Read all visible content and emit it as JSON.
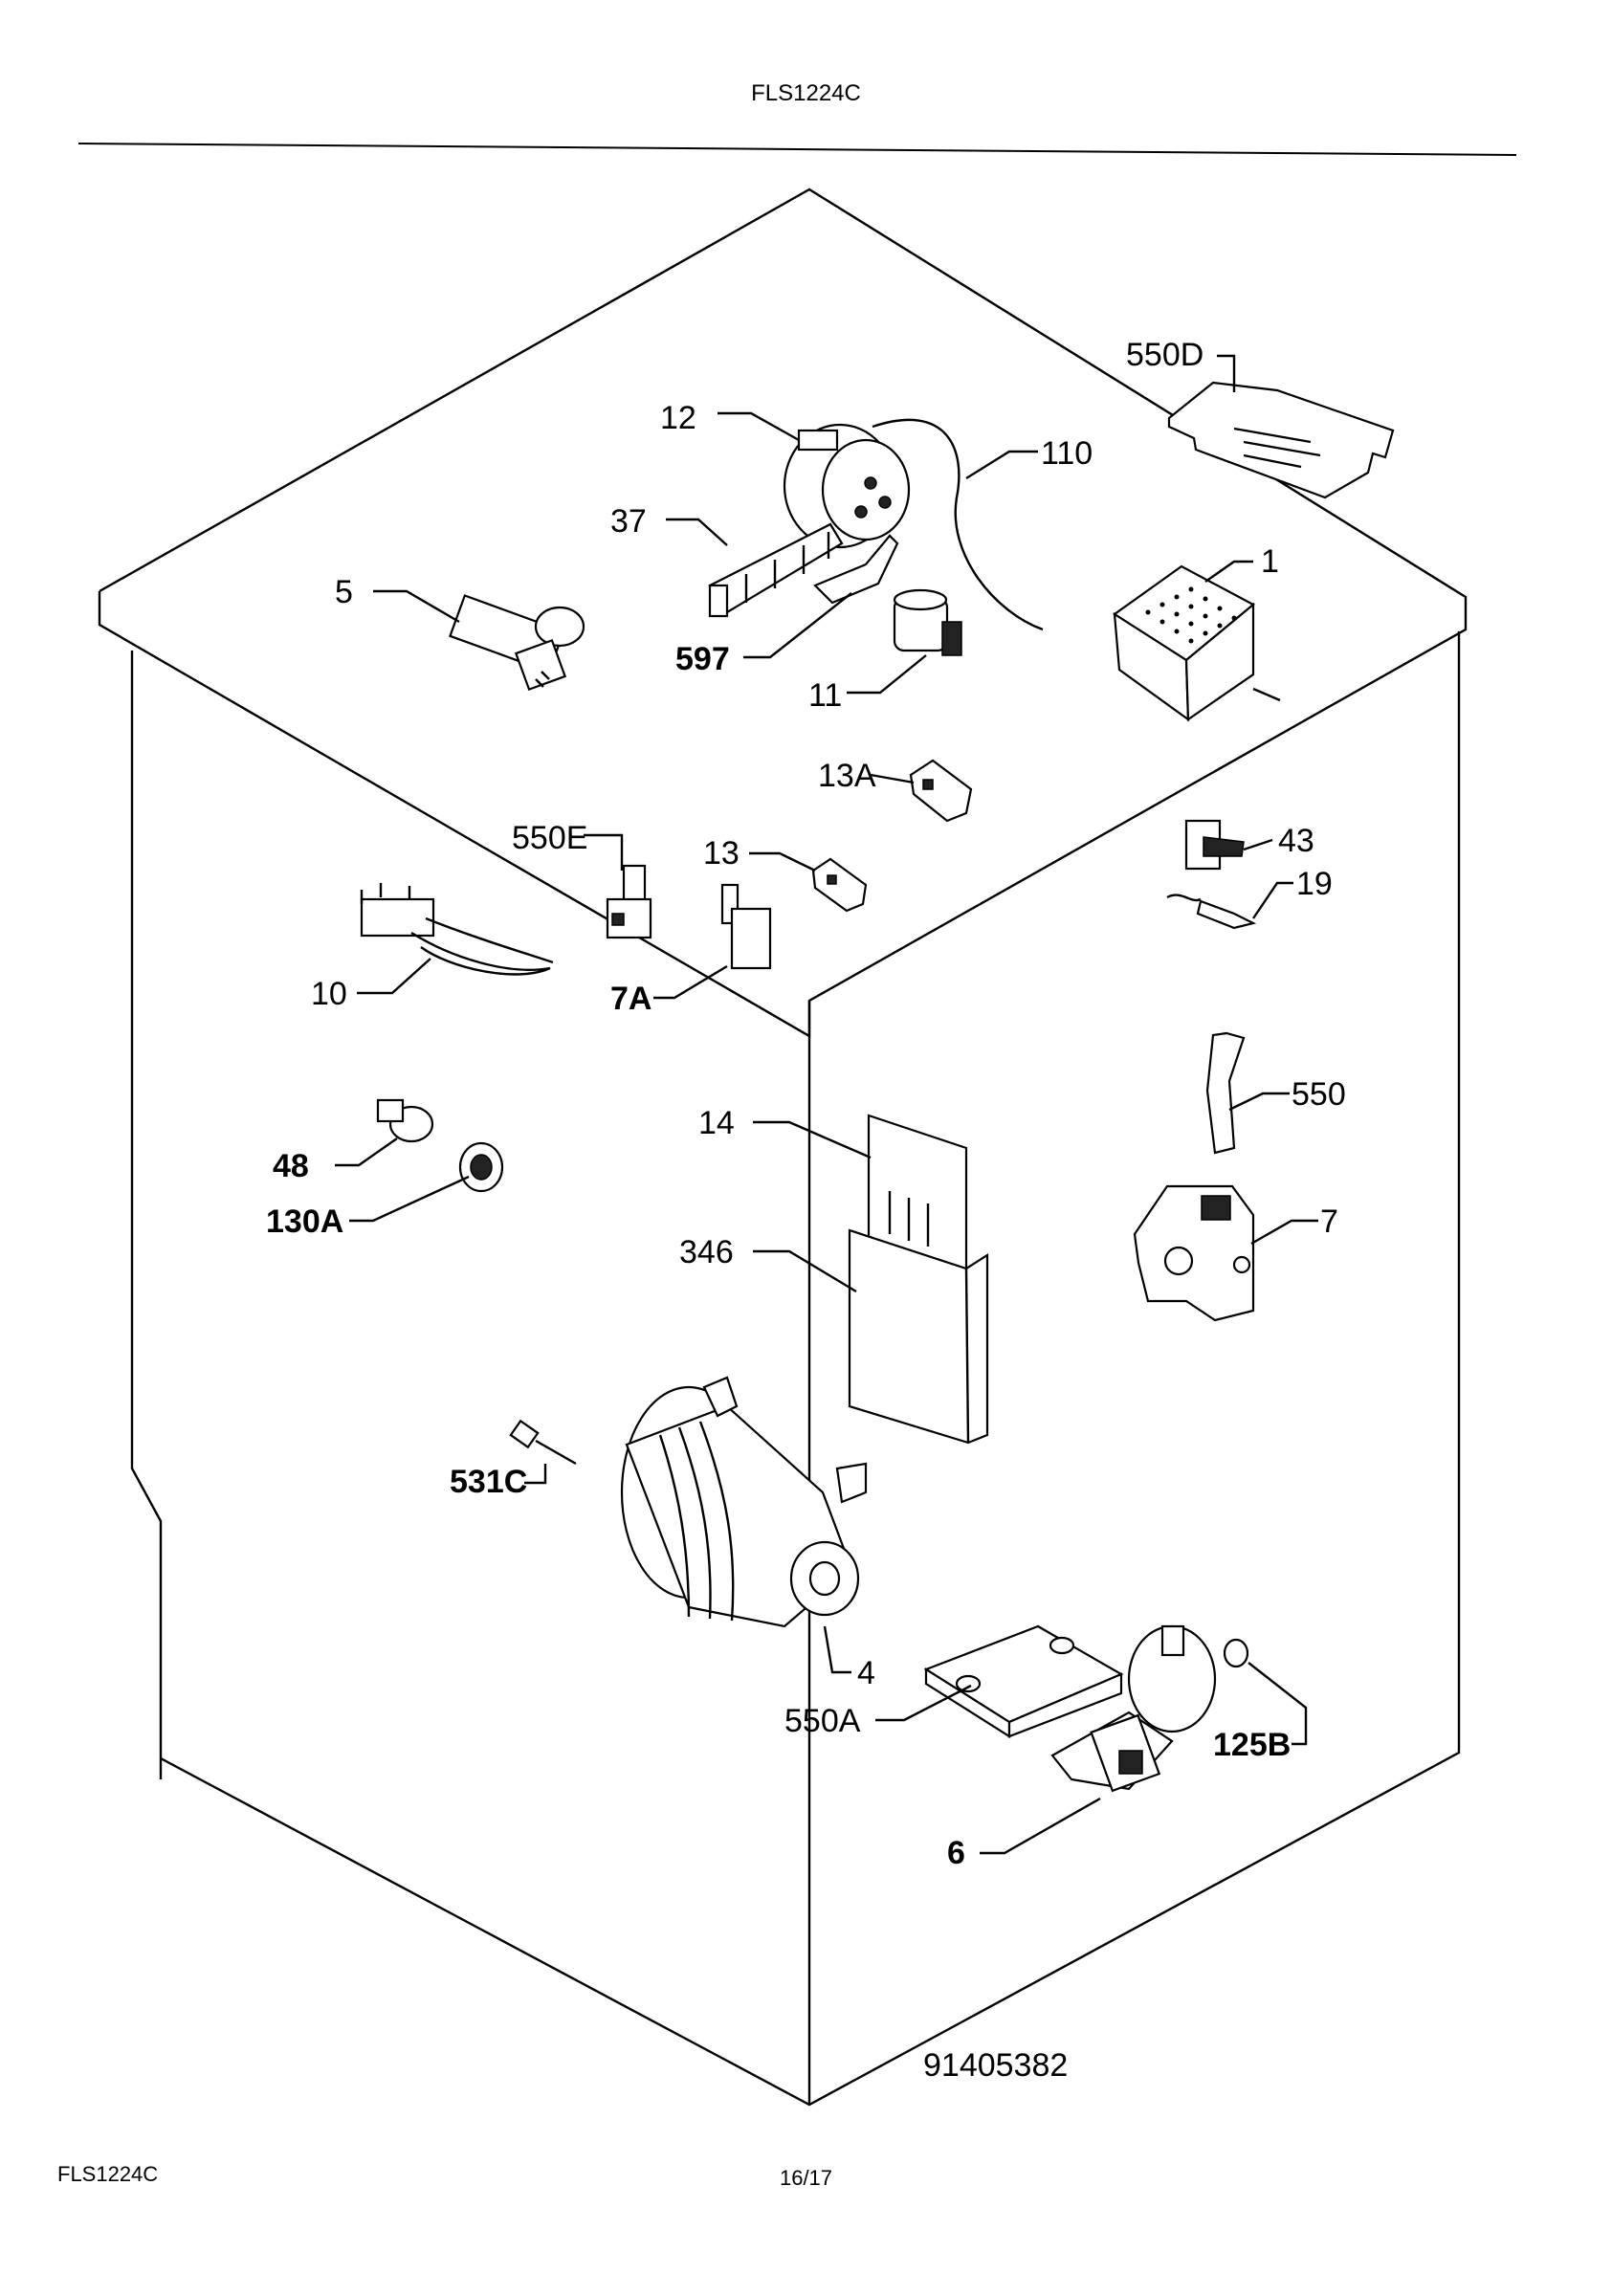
{
  "header": {
    "model": "FLS1224C"
  },
  "footer": {
    "model": "FLS1224C",
    "page": "16/17"
  },
  "diagram": {
    "drawing_number": "91405382",
    "labels": {
      "l550D": "550D",
      "l12": "12",
      "l110": "110",
      "l37": "37",
      "l5": "5",
      "l597": "597",
      "l11": "11",
      "l1": "1",
      "l13A": "13A",
      "l550E": "550E",
      "l13": "13",
      "l43": "43",
      "l19": "19",
      "l10": "10",
      "l7A": "7A",
      "l14": "14",
      "l550": "550",
      "l48": "48",
      "l130A": "130A",
      "l346": "346",
      "l7": "7",
      "l531C": "531C",
      "l4": "4",
      "l550A": "550A",
      "l125B": "125B",
      "l6": "6"
    }
  }
}
